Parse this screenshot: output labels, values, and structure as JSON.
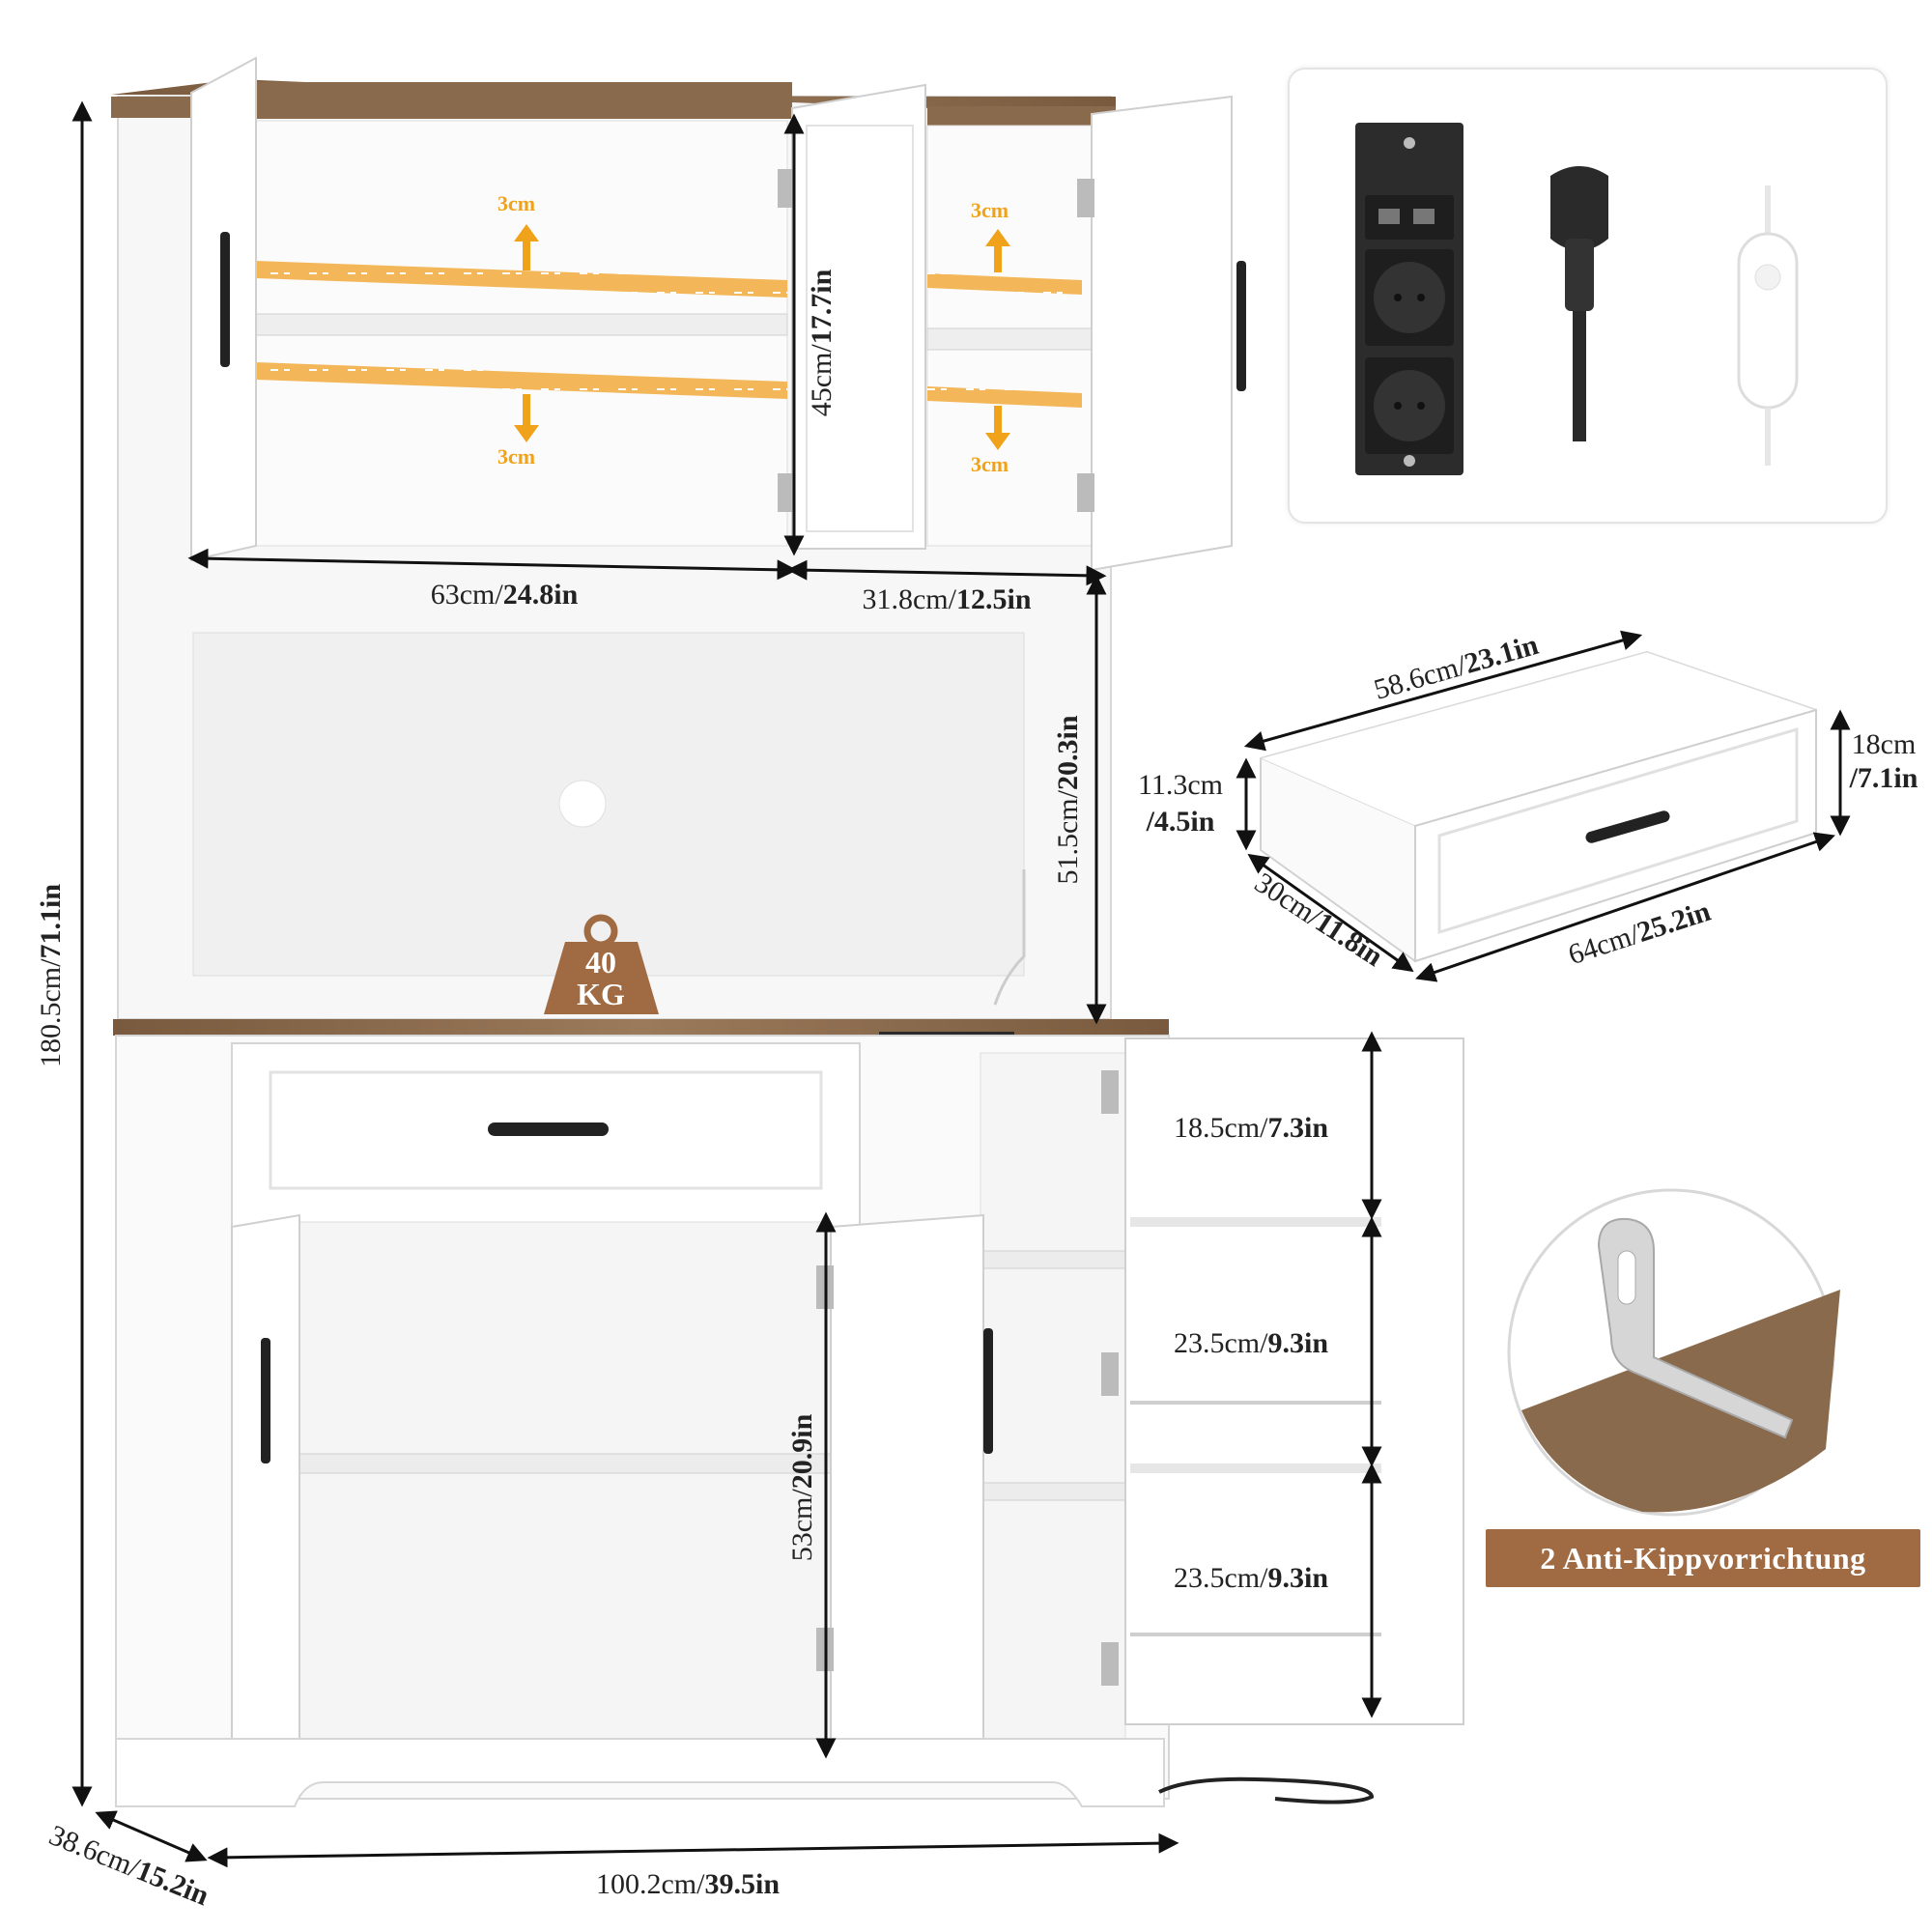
{
  "dimensions": {
    "height_total": {
      "metric": "180.5cm/",
      "imperial": "71.1in"
    },
    "depth_total": {
      "metric": "38.6cm/",
      "imperial": "15.2in"
    },
    "width_total": {
      "metric": "100.2cm/",
      "imperial": "39.5in"
    },
    "upper_left_width": {
      "metric": "63cm/",
      "imperial": "24.8in"
    },
    "upper_right_width": {
      "metric": "31.8cm/",
      "imperial": "12.5in"
    },
    "upper_height": {
      "metric": "45cm/",
      "imperial": "17.7in"
    },
    "hutch_height": {
      "metric": "51.5cm/",
      "imperial": "20.3in"
    },
    "lower_height": {
      "metric": "53cm/",
      "imperial": "20.9in"
    },
    "door_shelf_1": {
      "metric": "18.5cm/",
      "imperial": "7.3in"
    },
    "door_shelf_2": {
      "metric": "23.5cm/",
      "imperial": "9.3in"
    },
    "door_shelf_3": {
      "metric": "23.5cm/",
      "imperial": "9.3in"
    },
    "shelf_adjust": "3cm"
  },
  "drawer": {
    "length": {
      "metric": "58.6cm/",
      "imperial": "23.1in"
    },
    "front_width": {
      "metric": "64cm/",
      "imperial": "25.2in"
    },
    "depth": {
      "metric": "30cm/",
      "imperial": "11.8in"
    },
    "inner_height": {
      "metric": "11.3cm",
      "imperial": "/4.5in"
    },
    "front_height": {
      "metric": "18cm",
      "imperial": "/7.1in"
    }
  },
  "weight": {
    "value": "40",
    "unit": "KG"
  },
  "anti_tip": {
    "label": "2 Anti-Kippvorrichtung"
  },
  "accessories": [
    "power-strip-icon",
    "eu-plug-icon",
    "led-switch-icon"
  ],
  "colors": {
    "wood": "#8a6a4c",
    "white": "#ffffff",
    "accent_orange": "#f0a31a",
    "badge": "#a06b43"
  }
}
